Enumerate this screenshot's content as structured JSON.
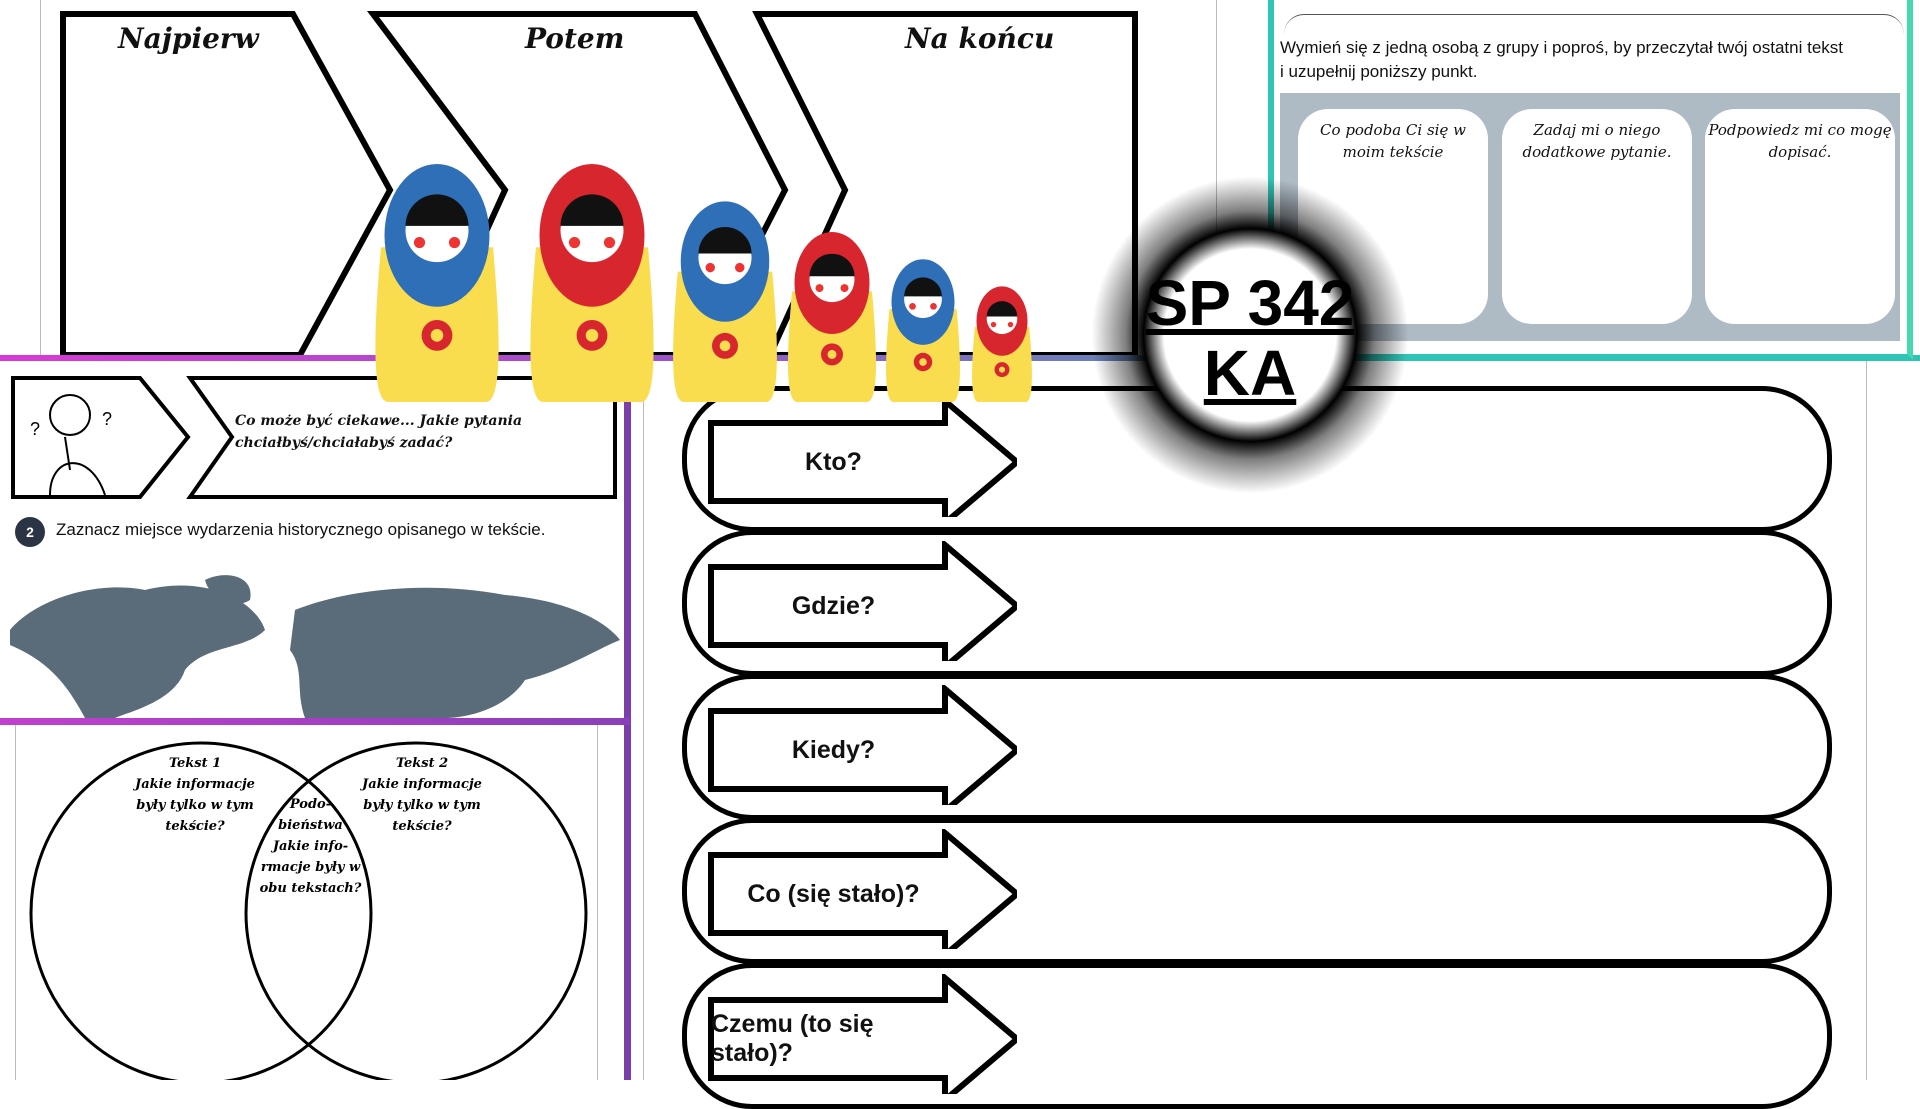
{
  "chevrons": {
    "first": "Najpierw",
    "then": "Potem",
    "last": "Na końcu"
  },
  "question_box": {
    "text_line1": "Co może być ciekawe... Jakie pytania",
    "text_line2": "chciałbyś/chciałabyś zadać?"
  },
  "task2": {
    "number": "2",
    "text": "Zaznacz miejsce wydarzenia historycznego opisanego w tekście."
  },
  "venn": {
    "left": "Tekst 1 Jakie informacje były tylko w tym tekście?",
    "left_lines": [
      "Tekst 1",
      "Jakie informacje",
      "były tylko w tym",
      "tekście?"
    ],
    "middle_lines": [
      "Podo-",
      "bieństwa",
      "Jakie  info-",
      "rmacje były w",
      "obu tekstach?"
    ],
    "right_lines": [
      "Tekst 2",
      "Jakie informacje",
      "były tylko w tym",
      "tekście?"
    ]
  },
  "peer": {
    "instruction_line1": "Wymień się z jedną osobą z grupy i poproś, by przeczytał twój ostatni tekst",
    "instruction_line2": "i uzupełnij poniższy punkt.",
    "cards": [
      "Co podoba Ci się w moim tekście",
      "Zadaj mi o niego dodatkowe pytanie.",
      "Podpowiedz mi co mogę dopisać."
    ]
  },
  "wh_questions": [
    "Kto?",
    "Gdzie?",
    "Kiedy?",
    "Co (się stało)?",
    "Czemu (to się stało)?"
  ],
  "overlay": {
    "line1": "SP 342",
    "line2": "KA"
  },
  "colors": {
    "magenta": "#d63ad6",
    "purple": "#7a3fa8",
    "teal": "#2ec4b6",
    "panel_gray": "#aebac4",
    "map": "#5a6b7a"
  }
}
